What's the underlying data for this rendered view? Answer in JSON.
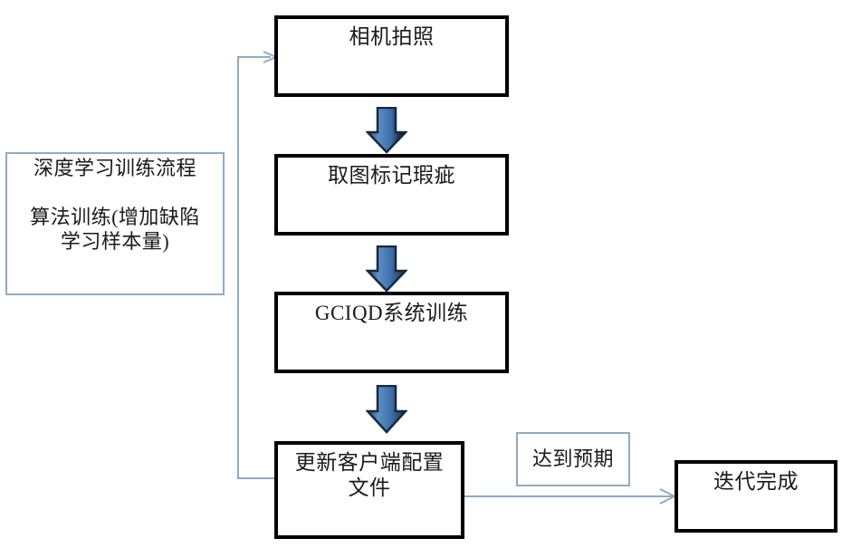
{
  "diagram": {
    "title_present": false,
    "type": "flowchart",
    "orientation": "vertical",
    "colors": {
      "box_border": "#000000",
      "note_border": "#8faac4",
      "connector_line": "#8faac4",
      "block_arrow_fill_light": "#5b8fc9",
      "block_arrow_fill_dark": "#20354f",
      "text": "#1a1a1a",
      "background": "#ffffff"
    },
    "side_note": {
      "line1": "深度学习训练流程",
      "line2": "算法训练(增加缺陷",
      "line3": "学习样本量)"
    },
    "nodes": [
      {
        "id": "camera",
        "label": "相机拍照"
      },
      {
        "id": "mark-defect",
        "label": "取图标记瑕疵"
      },
      {
        "id": "gciqd-train",
        "label": "GCIQD系统训练"
      },
      {
        "id": "update-config-line1",
        "label": "更新客户端配置"
      },
      {
        "id": "update-config-line2",
        "label": "文件"
      },
      {
        "id": "iteration-done",
        "label": "迭代完成"
      }
    ],
    "edge_labels": {
      "meets_expectation": "达到预期"
    },
    "connectors": [
      {
        "from": "update-client-config",
        "to": "camera",
        "style": "feedback-loop-left",
        "label": ""
      },
      {
        "from": "camera",
        "to": "mark-defect",
        "style": "block-arrow-down"
      },
      {
        "from": "mark-defect",
        "to": "gciqd-train",
        "style": "block-arrow-down"
      },
      {
        "from": "gciqd-train",
        "to": "update-client-config",
        "style": "block-arrow-down"
      },
      {
        "from": "update-client-config",
        "to": "iteration-done",
        "style": "thin-arrow-right",
        "label": "达到预期"
      }
    ]
  }
}
